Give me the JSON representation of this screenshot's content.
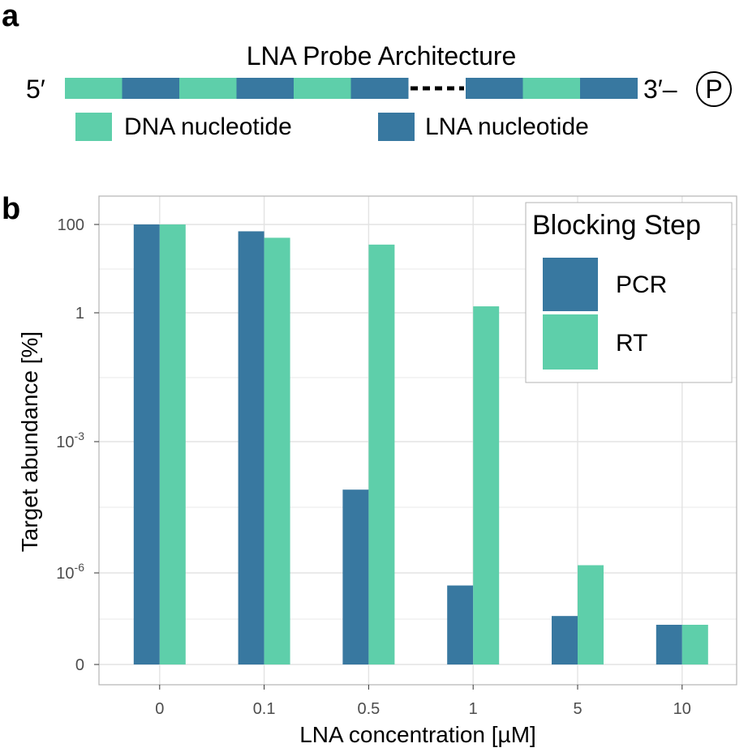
{
  "panel_a": {
    "letter": "a",
    "title": "LNA Probe Architecture",
    "five_prime": "5′",
    "three_prime": "3′–",
    "phosphate": "P",
    "segments_before_gap": [
      "DNA",
      "LNA",
      "DNA",
      "LNA",
      "DNA",
      "LNA"
    ],
    "segments_after_gap": [
      "LNA",
      "DNA",
      "LNA"
    ],
    "legend": [
      {
        "key": "DNA",
        "label": "DNA nucleotide"
      },
      {
        "key": "LNA",
        "label": "LNA nucleotide"
      }
    ]
  },
  "panel_b": {
    "letter": "b"
  },
  "colors": {
    "DNA": "#5ecfaa",
    "LNA": "#3878a0",
    "PCR": "#3878a0",
    "RT": "#5ecfaa",
    "grid": "#e3e3e3",
    "panel_border": "#b3b3b3",
    "tick_text": "#4d4d4d"
  },
  "chart_data": {
    "type": "bar",
    "title": "",
    "xlabel": "LNA concentration [µM]",
    "ylabel": "Target abundance [%]",
    "y_scale": "log-like (labelled ticks: 100, 1, 10^-3, 10^-6, 0)",
    "categories": [
      "0",
      "0.1",
      "0.5",
      "1",
      "5",
      "10"
    ],
    "y_ticks": [
      {
        "label": "100"
      },
      {
        "label": "1"
      },
      {
        "label": "10",
        "exp": "-3"
      },
      {
        "label": "10",
        "exp": "-6"
      },
      {
        "label": "0"
      }
    ],
    "legend": {
      "title": "Blocking Step",
      "placement": "top-right"
    },
    "grid": true,
    "series": [
      {
        "name": "PCR",
        "values": [
          100,
          70,
          8e-05,
          1.5e-07,
          1.5e-09,
          4e-10
        ]
      },
      {
        "name": "RT",
        "values": [
          100,
          50,
          35,
          1.4,
          1.5e-06,
          4e-10
        ]
      }
    ]
  }
}
